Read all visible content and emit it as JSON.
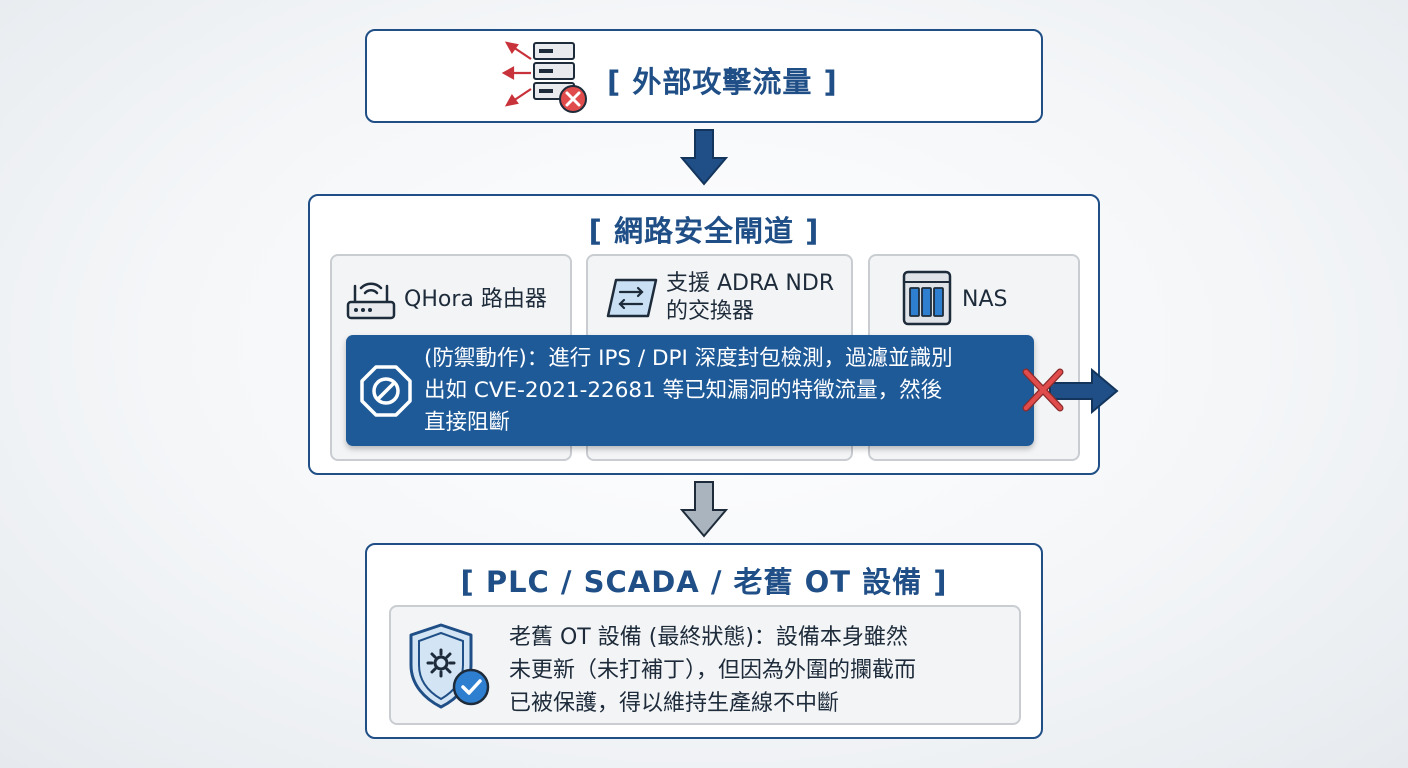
{
  "attack": {
    "title": "[ 外部攻擊流量 ]"
  },
  "gateway": {
    "title": "[ 網路安全閘道 ]",
    "devices": [
      {
        "label": "QHora 路由器",
        "icon": "router-icon"
      },
      {
        "label_line1": "支援 ADRA NDR",
        "label_line2": "的交換器",
        "icon": "switch-icon"
      },
      {
        "label": "NAS",
        "icon": "nas-icon"
      }
    ],
    "action": {
      "line1": "(防禦動作)：進行 IPS / DPI 深度封包檢測，過濾並識別",
      "line2": "出如 CVE-2021-22681 等已知漏洞的特徵流量，然後",
      "line3": "直接阻斷",
      "icon": "block-icon"
    }
  },
  "ot": {
    "title": "[ PLC / SCADA / 老舊 OT 設備 ]",
    "status": {
      "line1": "老舊 OT 設備 (最終狀態)：設備本身雖然",
      "line2": "未更新（未打補丁），但因為外圍的攔截而",
      "line3": "已被保護，得以維持生產線不中斷",
      "icon": "shield-gear-check-icon"
    }
  },
  "colors": {
    "primary": "#1f4f86",
    "action_bg": "#1f5a98",
    "danger": "#e04b4b",
    "success": "#2f7fd0",
    "arrow_gray": "#aab4be"
  }
}
